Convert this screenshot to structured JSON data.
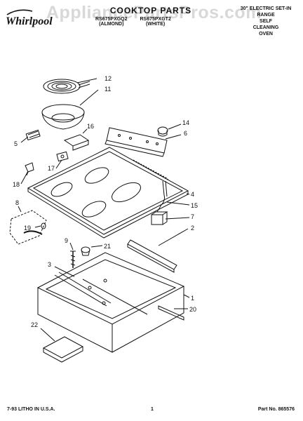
{
  "header": {
    "brand": "Whirlpool",
    "watermark": "AppliancePartsPros.com",
    "title": "COOKTOP PARTS",
    "models": [
      {
        "number": "RS675PXGQ2",
        "color": "(ALMOND)"
      },
      {
        "number": "RS675PXGT2",
        "color": "(WHITE)"
      }
    ],
    "product_lines": [
      "30\" ELECTRIC SET-IN",
      "RANGE",
      "SELF",
      "CLEANING",
      "OVEN"
    ]
  },
  "callouts": [
    "12",
    "11",
    "5",
    "16",
    "17",
    "18",
    "14",
    "6",
    "4",
    "15",
    "8",
    "19",
    "7",
    "2",
    "9",
    "21",
    "3",
    "1",
    "20",
    "22"
  ],
  "footer": {
    "left": "7-93 LITHO IN U.S.A.",
    "page": "1",
    "part_no": "Part No. 865576"
  },
  "colors": {
    "ink": "#111111",
    "watermark": "#9a9a9a",
    "background": "#ffffff"
  }
}
